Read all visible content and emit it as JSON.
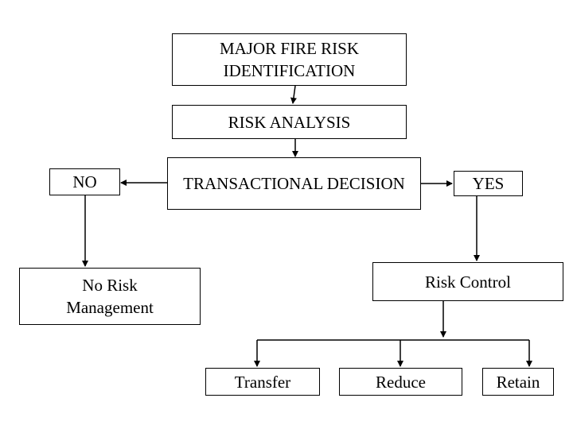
{
  "diagram": {
    "nodes": {
      "identification": {
        "label": "MAJOR FIRE RISK\nIDENTIFICATION"
      },
      "analysis": {
        "label": "RISK ANALYSIS"
      },
      "decision": {
        "label": "TRANSACTIONAL DECISION"
      },
      "no": {
        "label": "NO"
      },
      "yes": {
        "label": "YES"
      },
      "no_risk_management": {
        "label": "No Risk\nManagement"
      },
      "risk_control": {
        "label": "Risk Control"
      },
      "transfer": {
        "label": "Transfer"
      },
      "reduce": {
        "label": "Reduce"
      },
      "retain": {
        "label": "Retain"
      }
    },
    "edges": [
      {
        "from": "identification",
        "to": "analysis"
      },
      {
        "from": "analysis",
        "to": "decision"
      },
      {
        "from": "decision",
        "to": "no"
      },
      {
        "from": "decision",
        "to": "yes"
      },
      {
        "from": "no",
        "to": "no_risk_management"
      },
      {
        "from": "yes",
        "to": "risk_control"
      },
      {
        "from": "risk_control",
        "to": "transfer"
      },
      {
        "from": "risk_control",
        "to": "reduce"
      },
      {
        "from": "risk_control",
        "to": "retain"
      }
    ]
  }
}
